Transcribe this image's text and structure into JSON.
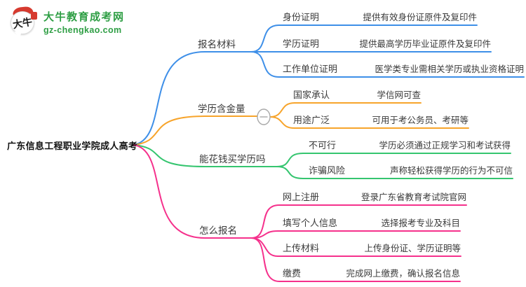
{
  "logo": {
    "mark": "大牛",
    "title": "大牛教育成考网",
    "domain": "gz-chengkao.com",
    "brand_green": "#2E9E44",
    "seal_red": "#D63A2F"
  },
  "central": {
    "label": "广东信息工程职业学院成人高考"
  },
  "toggle": {
    "symbol": "minus",
    "color": "#A8A8A8"
  },
  "branches": [
    {
      "label": "报名材料",
      "color": "#3E8FE8",
      "rows": [
        {
          "topic": "身份证明",
          "value": "提供有效身份证原件及复印件"
        },
        {
          "topic": "学历证明",
          "value": "提供最高学历毕业证原件及复印件"
        },
        {
          "topic": "工作单位证明",
          "value": "医学类专业需相关学历或执业资格证明"
        }
      ]
    },
    {
      "label": "学历含金量",
      "color": "#F7A42B",
      "rows": [
        {
          "topic": "国家承认",
          "value": "学信网可查"
        },
        {
          "topic": "用途广泛",
          "value": "可用于考公务员、考研等"
        }
      ]
    },
    {
      "label": "能花钱买学历吗",
      "color": "#35C56F",
      "rows": [
        {
          "topic": "不可行",
          "value": "学历必须通过正规学习和考试获得"
        },
        {
          "topic": "诈骗风险",
          "value": "声称轻松获得学历的行为不可信"
        }
      ]
    },
    {
      "label": "怎么报名",
      "color": "#F5318C",
      "rows": [
        {
          "topic": "网上注册",
          "value": "登录广东省教育考试院官网"
        },
        {
          "topic": "填写个人信息",
          "value": "选择报考专业及科目"
        },
        {
          "topic": "上传材料",
          "value": "上传身份证、学历证明等"
        },
        {
          "topic": "缴费",
          "value": "完成网上缴费，确认报名信息"
        }
      ]
    }
  ]
}
